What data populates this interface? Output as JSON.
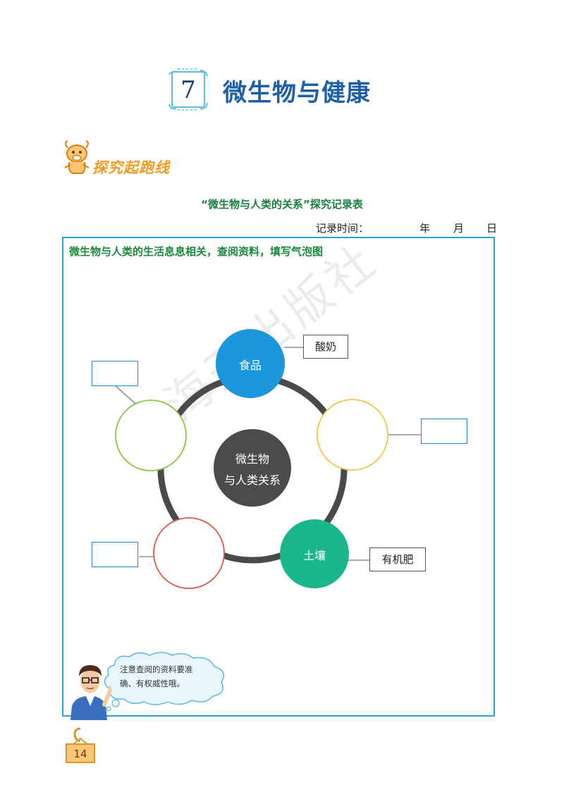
{
  "chapter": {
    "number": "7",
    "title": "微生物与健康"
  },
  "section": {
    "label": "探究起跑线"
  },
  "table_title": "“微生物与人类的关系”探究记录表",
  "record_date": {
    "label": "记录时间：",
    "year": "年",
    "month": "月",
    "day": "日"
  },
  "instruction": "微生物与人类的生活息息相关，查阅资料，填写气泡图",
  "watermark": "海天出版社",
  "bubble_map": {
    "center": {
      "line1": "微生物",
      "line2": "与人类关系"
    },
    "food": {
      "label": "食品",
      "example": "酸奶"
    },
    "soil": {
      "label": "土壤",
      "example": "有机肥"
    }
  },
  "tip": {
    "line1": "注意查阅的资料要准",
    "line2": "确、有权威性哦。"
  },
  "page_number": "14",
  "colors": {
    "accent_blue": "#29a5dd",
    "title_blue": "#1d5fa8",
    "green": "#1a8a3c",
    "orange": "#f39a1e"
  }
}
